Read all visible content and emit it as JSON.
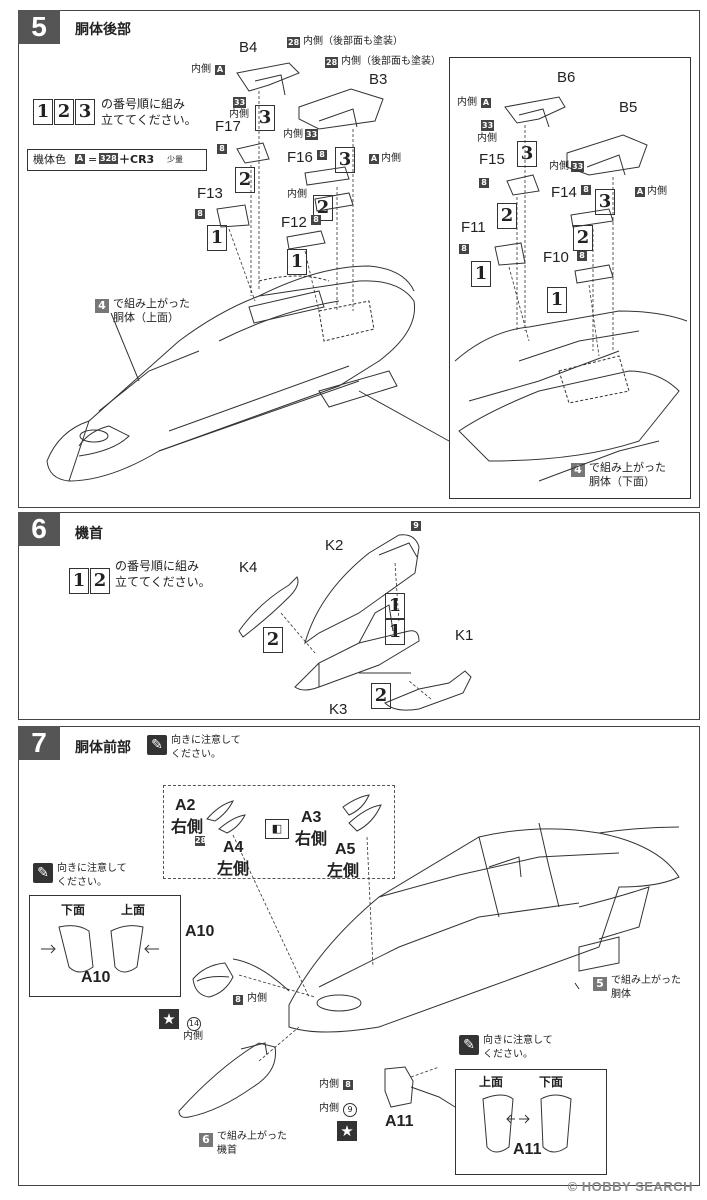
{
  "step5": {
    "number": "5",
    "title": "胴体後部",
    "order_nums": [
      "1",
      "2",
      "3"
    ],
    "order_text_1": "の番号順に組み",
    "order_text_2": "立ててください。",
    "color_label": "機体色",
    "color_a": "A",
    "color_eq": "=",
    "color_328": "328",
    "color_plus": "＋CR3",
    "color_small": "少量",
    "note_28_a": "内側（後部面も塗装）",
    "note_28_b": "内側（後部面も塗装）",
    "paint_28": "28",
    "inner": "内側",
    "paint_33": "33",
    "paint_8": "8",
    "left_parts": {
      "B4": "B4",
      "B3": "B3",
      "F17": "F17",
      "F16": "F16",
      "F13": "F13",
      "F12": "F12"
    },
    "right_parts": {
      "B6": "B6",
      "B5": "B5",
      "F15": "F15",
      "F14": "F14",
      "F11": "F11",
      "F10": "F10"
    },
    "step_ref": "4",
    "upper_note_1": "で組み上がった",
    "upper_note_2": "胴体（上面）",
    "lower_note_1": "で組み上がった",
    "lower_note_2": "胴体（下面）"
  },
  "step6": {
    "number": "6",
    "title": "機首",
    "order_nums": [
      "1",
      "2"
    ],
    "order_text_1": "の番号順に組み",
    "order_text_2": "立ててください。",
    "parts": {
      "K1": "K1",
      "K2": "K2",
      "K3": "K3",
      "K4": "K4"
    },
    "paint_9": "9"
  },
  "step7": {
    "number": "7",
    "title": "胴体前部",
    "caution_1": "向きに注意して",
    "caution_2": "ください。",
    "a2": "A2",
    "a2_side": "右側",
    "a4": "A4",
    "a4_side": "左側",
    "a3": "A3",
    "a3_side": "右側",
    "a5": "A5",
    "a5_side": "左側",
    "paint_28": "28",
    "bottom_label": "下面",
    "top_label": "上面",
    "a10": "A10",
    "a11": "A11",
    "paint_8": "8",
    "inner": "内側",
    "circle_14": "14",
    "circle_9": "9",
    "ref5": "5",
    "ref5_note_1": "で組み上がった",
    "ref5_note_2": "胴体",
    "ref6": "6",
    "ref6_note_1": "で組み上がった",
    "ref6_note_2": "機首"
  },
  "watermark": "© HOBBY SEARCH"
}
